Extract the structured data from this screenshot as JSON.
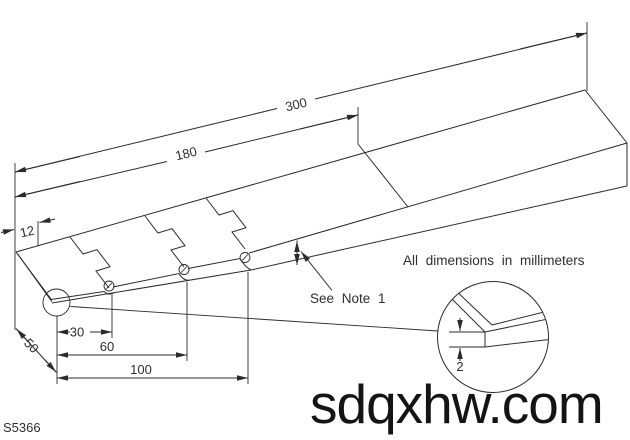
{
  "drawing": {
    "figure_id": "S5366",
    "watermark": "sdqxhw.com",
    "notes": {
      "units": "All dimensions in millimeters",
      "note1": "See Note 1"
    },
    "dimensions": {
      "overall_length": "300",
      "intermediate_length": "180",
      "tip_flat_length": "12",
      "step_1": "30",
      "step_2": "60",
      "step_3": "100",
      "width": "50",
      "tip_thickness": "2"
    },
    "colors": {
      "line": "#2b2b2b",
      "text": "#2e2e2e",
      "watermark": "#141414",
      "background": "#ffffff"
    }
  }
}
